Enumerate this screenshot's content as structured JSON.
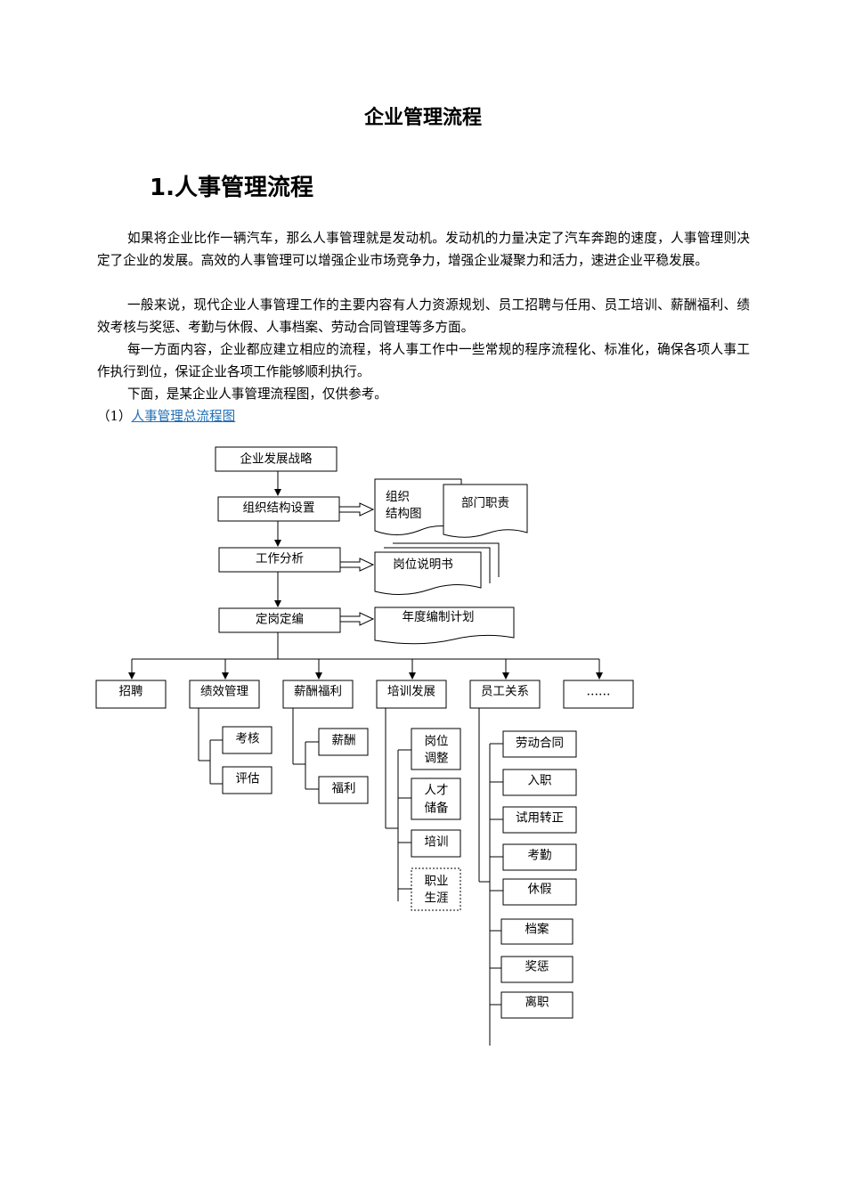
{
  "document": {
    "title": "企业管理流程",
    "section_heading": "1.人事管理流程",
    "paragraphs": [
      "如果将企业比作一辆汽车，那么人事管理就是发动机。发动机的力量决定了汽车奔跑的速度，人事管理则决定了企业的发展。高效的人事管理可以增强企业市场竞争力，增强企业凝聚力和活力，速进企业平稳发展。",
      "一般来说，现代企业人事管理工作的主要内容有人力资源规划、员工招聘与任用、员工培训、薪酬福利、绩效考核与奖惩、考勤与休假、人事档案、劳动合同管理等多方面。",
      "每一方面内容，企业都应建立相应的流程，将人事工作中一些常规的程序流程化、标准化，确保各项人事工作执行到位，保证企业各项工作能够顺利执行。",
      "下面，是某企业人事管理流程图，仅供参考。"
    ],
    "figure_caption_prefix": "（1）",
    "figure_caption_link": "人事管理总流程图"
  },
  "flowchart": {
    "main_steps": [
      "企业发展战略",
      "组织结构设置",
      "工作分析",
      "定岗定编"
    ],
    "documents": {
      "org_chart_line1": "组织",
      "org_chart_line2": "结构图",
      "dept_duties": "部门职责",
      "job_description": "岗位说明书",
      "annual_plan": "年度编制计划"
    },
    "branches": [
      "招聘",
      "绩效管理",
      "薪酬福利",
      "培训发展",
      "员工关系",
      "……"
    ],
    "performance_items": [
      "考核",
      "评估"
    ],
    "compensation_items": [
      "薪酬",
      "福利"
    ],
    "training_items": {
      "job_adjust_line1": "岗位",
      "job_adjust_line2": "调整",
      "talent_line1": "人才",
      "talent_line2": "储备",
      "training": "培训",
      "career_line1": "职业",
      "career_line2": "生涯"
    },
    "relations_items": [
      "劳动合同",
      "入职",
      "试用转正",
      "考勤",
      "休假",
      "档案",
      "奖惩",
      "离职"
    ]
  }
}
